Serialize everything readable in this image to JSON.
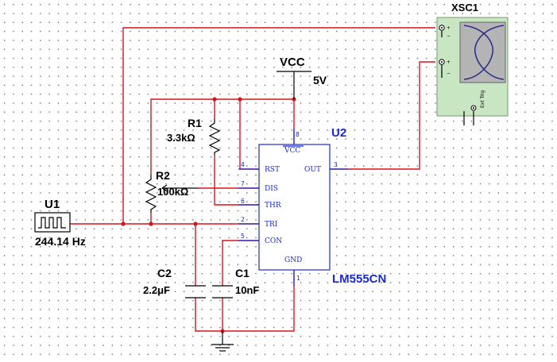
{
  "scope": {
    "name": "XSC1",
    "ext_trig_label": "Ext Trig"
  },
  "supply": {
    "name": "VCC",
    "value": "5V"
  },
  "r1": {
    "name": "R1",
    "value": "3.3kΩ"
  },
  "r2": {
    "name": "R2",
    "value": "100kΩ"
  },
  "u1": {
    "name": "U1",
    "freq": "244.14 Hz"
  },
  "c2": {
    "name": "C2",
    "value": "2.2μF"
  },
  "c1": {
    "name": "C1",
    "value": "10nF"
  },
  "u2": {
    "name": "U2",
    "part": "LM555CN",
    "pins": {
      "vcc": {
        "num": "8",
        "label": "VCC"
      },
      "rst": {
        "num": "4",
        "label": "RST"
      },
      "out": {
        "num": "3",
        "label": "OUT"
      },
      "dis": {
        "num": "7",
        "label": "DIS"
      },
      "thr": {
        "num": "6",
        "label": "THR"
      },
      "tri": {
        "num": "2",
        "label": "TRI"
      },
      "con": {
        "num": "5",
        "label": "CON"
      },
      "gnd": {
        "num": "1",
        "label": "GND"
      }
    }
  }
}
